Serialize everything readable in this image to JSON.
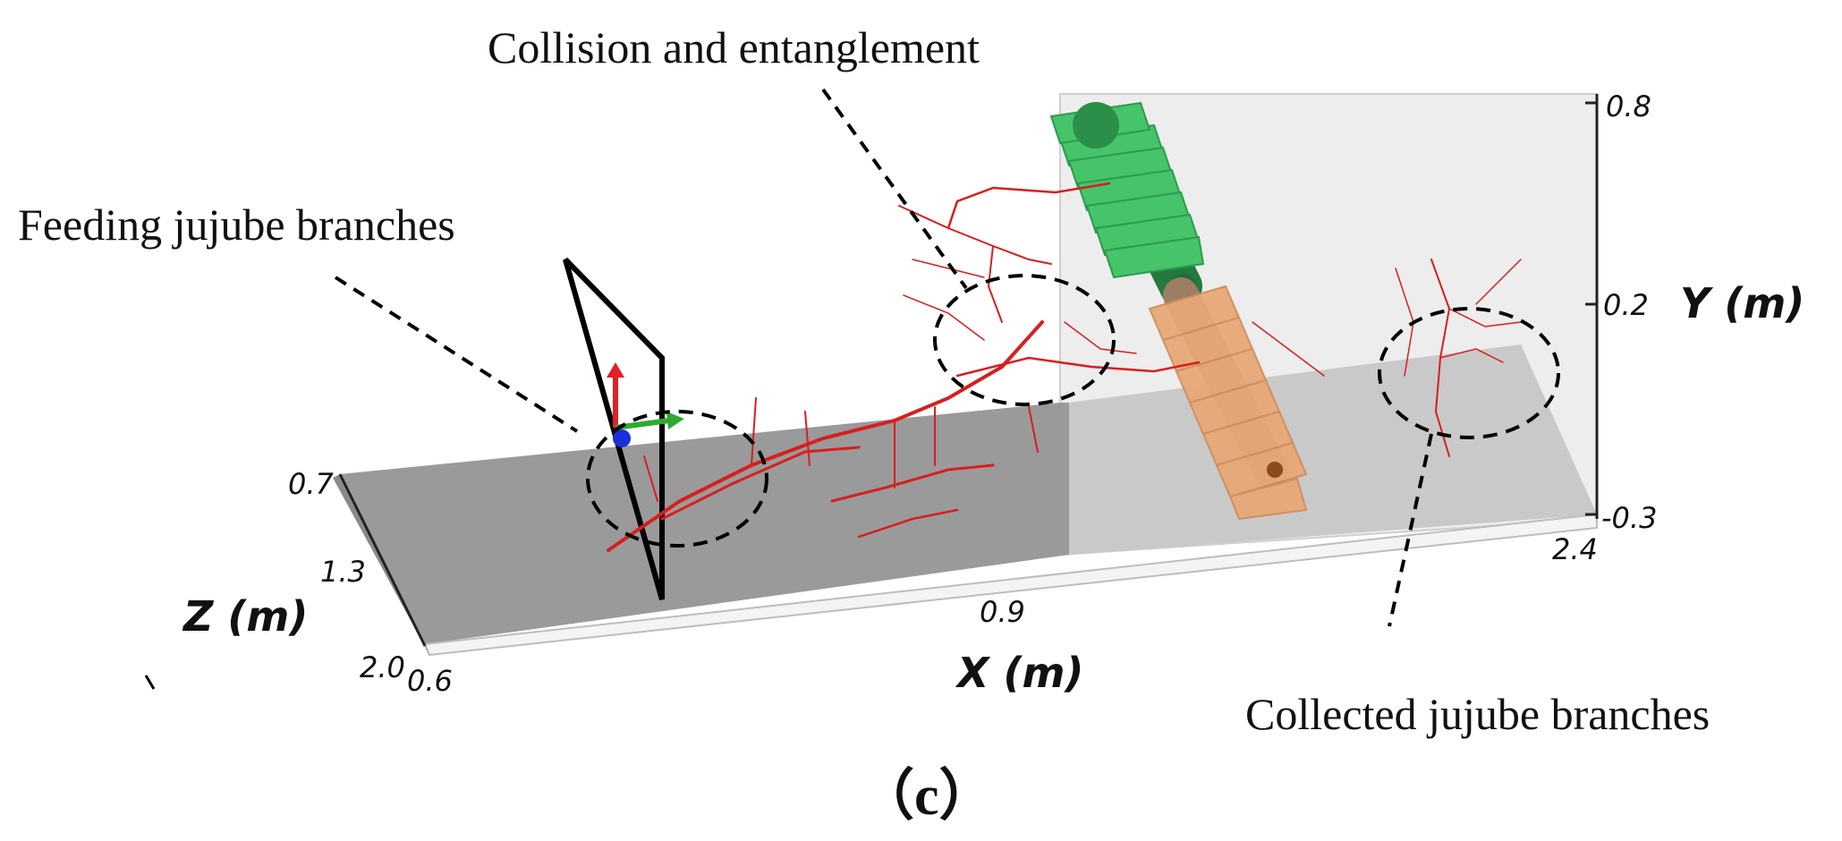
{
  "annotations": {
    "collision": "Collision and entanglement",
    "feeding": "Feeding jujube branches",
    "collected": "Collected jujube branches"
  },
  "axes": {
    "x": {
      "label": "X (m)",
      "ticks": [
        "0.6",
        "0.9",
        "2.4"
      ]
    },
    "y": {
      "label": "Y (m)",
      "ticks": [
        "0.8",
        "0.2",
        "-0.3"
      ]
    },
    "z": {
      "label": "Z (m)",
      "ticks": [
        "0.7",
        "1.3",
        "2.0"
      ]
    }
  },
  "panel_label": "（c）",
  "colors": {
    "floor": "#9e9e9e",
    "back_wall": "#e9e9e9",
    "branches": "#d81e1e",
    "upper_roller": "#3fbf5f",
    "lower_roller": "#e2a070",
    "dashed_markers": "#000000"
  }
}
